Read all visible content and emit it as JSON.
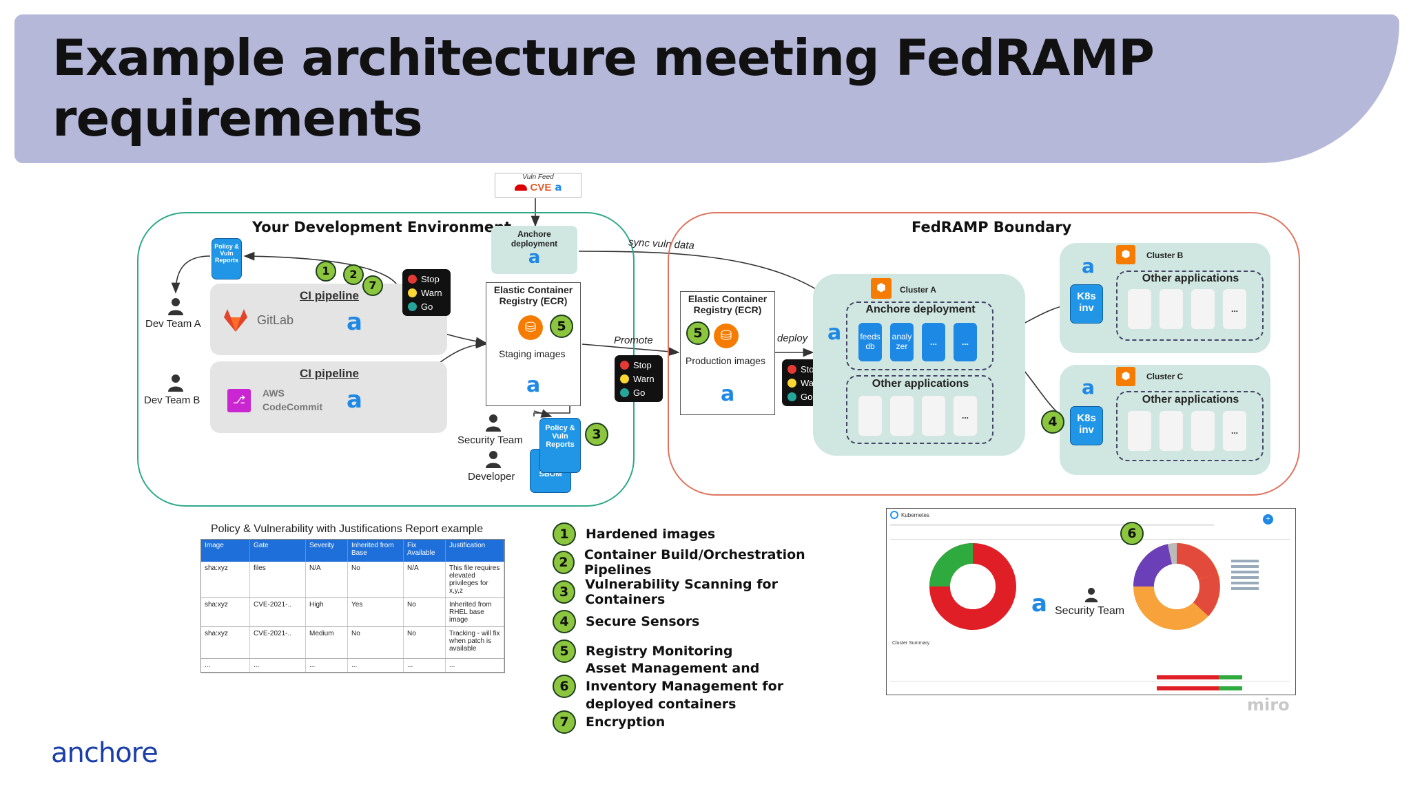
{
  "title": "Example architecture meeting FedRAMP requirements",
  "dev_env": {
    "title": "Your Development Environment",
    "dev_team_a": "Dev Team A",
    "dev_team_b": "Dev Team B",
    "ci_pipeline_1": "CI pipeline",
    "ci_pipeline_2": "CI pipeline",
    "gitlab": "GitLab",
    "aws_codecommit_1": "AWS",
    "aws_codecommit_2": "CodeCommit",
    "policy_reports_1": "Policy &",
    "policy_reports_2": "Vuln",
    "policy_reports_3": "Reports",
    "anchore_deployment_1": "Anchore",
    "anchore_deployment_2": "deployment",
    "ecr_title_1": "Elastic Container",
    "ecr_title_2": "Registry (ECR)",
    "staging_images": "Staging images",
    "security_team": "Security Team",
    "developer": "Developer",
    "sec_policy_1": "Policy &",
    "sec_policy_2": "Vuln",
    "sec_policy_3": "Reports",
    "sbom": "SBOM"
  },
  "vuln_feed": {
    "label": "Vuln Feed",
    "cve": "CVE"
  },
  "traffic_light": {
    "stop": "Stop",
    "warn": "Warn",
    "go": "Go"
  },
  "edges": {
    "sync": "sync vuln data",
    "promote": "Promote",
    "deploy": "deploy"
  },
  "fedramp": {
    "title": "FedRAMP Boundary",
    "ecr_title_1": "Elastic Container",
    "ecr_title_2": "Registry (ECR)",
    "production_images": "Production images",
    "cluster_a": "Cluster A",
    "anchore_deployment": "Anchore deployment",
    "feeds_1": "feeds",
    "feeds_2": "db",
    "analyzer_1": "analy",
    "analyzer_2": "zer",
    "ellipsis": "...",
    "other_apps": "Other applications",
    "cluster_b": "Cluster B",
    "cluster_c": "Cluster C",
    "k8s_1": "K8s",
    "k8s_2": "inv"
  },
  "numbers": {
    "n1": "1",
    "n2": "2",
    "n3": "3",
    "n4": "4",
    "n5": "5",
    "n6": "6",
    "n7": "7"
  },
  "report": {
    "caption": "Policy & Vulnerability with Justifications Report example",
    "headers": [
      "Image",
      "Gate",
      "Severity",
      "Inherited from Base",
      "Fix Available",
      "Justification"
    ],
    "rows": [
      [
        "sha:xyz",
        "files",
        "N/A",
        "No",
        "N/A",
        "This file requires elevated privileges for x,y,z"
      ],
      [
        "sha:xyz",
        "CVE-2021-..",
        "High",
        "Yes",
        "No",
        "Inherited from RHEL base image"
      ],
      [
        "sha:xyz",
        "CVE-2021-..",
        "Medium",
        "No",
        "No",
        "Tracking - will fix when patch is available"
      ],
      [
        "...",
        "...",
        "...",
        "...",
        "...",
        "..."
      ]
    ]
  },
  "legend": [
    {
      "num": "1",
      "text": "Hardened images"
    },
    {
      "num": "2",
      "text": "Container Build/Orchestration Pipelines"
    },
    {
      "num": "3",
      "text": "Vulnerability Scanning for Containers"
    },
    {
      "num": "4",
      "text": "Secure Sensors"
    },
    {
      "num": "5",
      "text": "Registry Monitoring"
    },
    {
      "num": "6",
      "text": "Asset Management and Inventory Management for deployed containers"
    },
    {
      "num": "7",
      "text": "Encryption"
    }
  ],
  "dashboard": {
    "title": "Kubernetes",
    "security_team": "Security Team",
    "cluster_summary": "Cluster Summary"
  },
  "brand": "anchore",
  "watermark": "miro",
  "colors": {
    "banner": "#b5b8d9",
    "dev_border": "#2fa88a",
    "fed_border": "#e0735f",
    "step_badge": "#8cc63f",
    "anchore_blue": "#1e88e5"
  }
}
